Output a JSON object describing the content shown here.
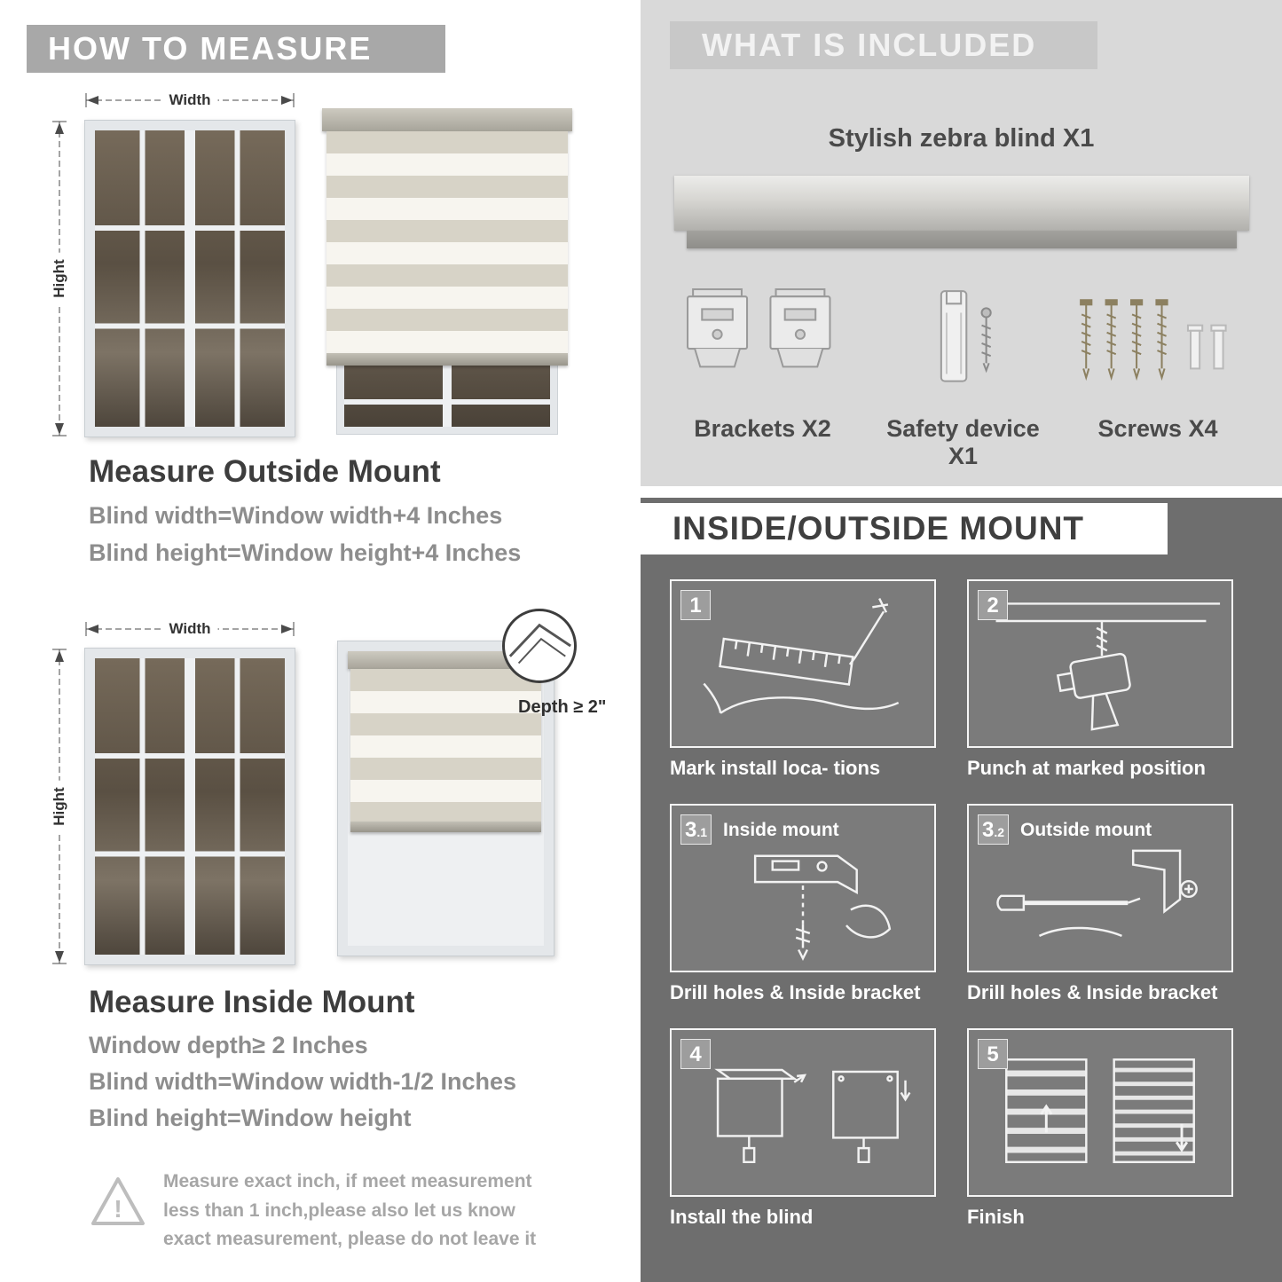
{
  "left": {
    "header": "HOW TO MEASURE",
    "outside": {
      "width_label": "Width",
      "height_label": "Hight",
      "title": "Measure Outside Mount",
      "lines": [
        "Blind width=Window width+4 Inches",
        "Blind height=Window height+4 Inches"
      ]
    },
    "inside": {
      "width_label": "Width",
      "height_label": "Hight",
      "depth_label": "Depth ≥ 2\"",
      "title": "Measure Inside Mount",
      "lines": [
        "Window depth≥ 2 Inches",
        "Blind width=Window width-1/2 Inches",
        "Blind height=Window height"
      ]
    },
    "warning": {
      "symbol": "!",
      "text": "Measure exact inch, if meet measurement less than 1 inch,please also let us know exact measurement, please do not leave it"
    }
  },
  "included": {
    "header": "WHAT IS INCLUDED",
    "product": "Stylish zebra blind X1",
    "items": [
      {
        "icon": "brackets-icon",
        "label": "Brackets X2"
      },
      {
        "icon": "safety-device-icon",
        "label": "Safety device X1"
      },
      {
        "icon": "screws-icon",
        "label": "Screws X4"
      }
    ]
  },
  "mount": {
    "header": "INSIDE/OUTSIDE MOUNT",
    "steps": [
      {
        "num": "1",
        "sub": "",
        "label": "",
        "caption": "Mark install loca- tions"
      },
      {
        "num": "2",
        "sub": "",
        "label": "",
        "caption": "Punch at  marked position"
      },
      {
        "num": "3",
        "sub": ".1",
        "label": "Inside mount",
        "caption": "Drill holes &  Inside bracket"
      },
      {
        "num": "3",
        "sub": ".2",
        "label": "Outside mount",
        "caption": "Drill holes &  Inside bracket"
      },
      {
        "num": "4",
        "sub": "",
        "label": "",
        "caption": "Install the blind"
      },
      {
        "num": "5",
        "sub": "",
        "label": "",
        "caption": "Finish"
      }
    ]
  },
  "colors": {
    "header_gray": "#a8a8a8",
    "panel_light_gray": "#d9d9d9",
    "panel_dark_gray": "#6e6e6e"
  }
}
